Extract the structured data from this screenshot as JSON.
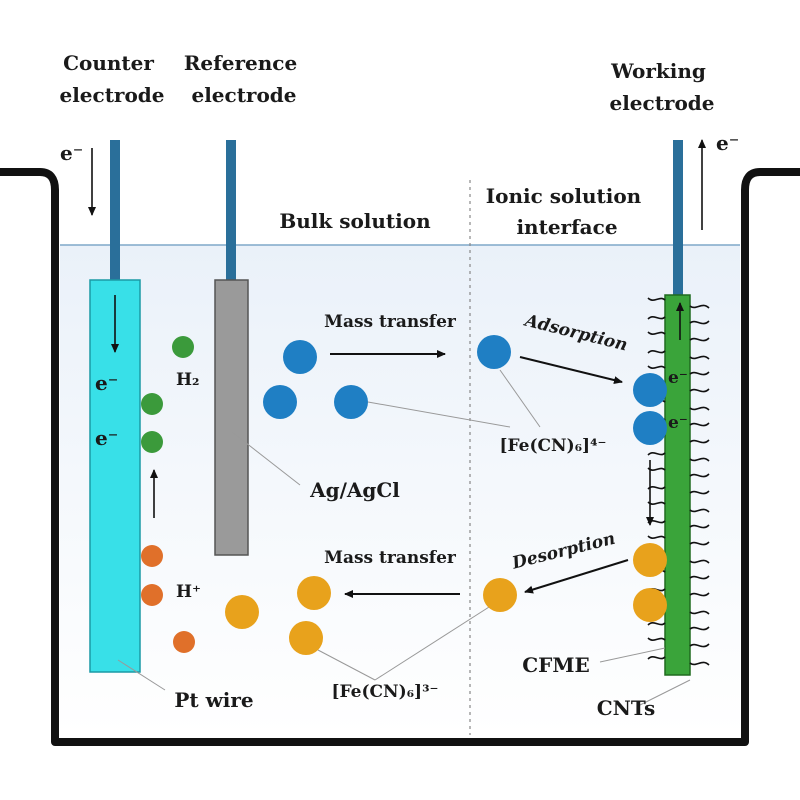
{
  "labels": {
    "counter_electrode": [
      "Counter",
      "electrode"
    ],
    "reference_electrode": [
      "Reference",
      "electrode"
    ],
    "working_electrode": [
      "Working",
      "electrode"
    ],
    "bulk_solution": "Bulk solution",
    "ionic_interface": [
      "Ionic solution",
      "interface"
    ],
    "mass_transfer_top": "Mass transfer",
    "mass_transfer_bottom": "Mass transfer",
    "adsorption": "Adsorption",
    "desorption": "Desorption",
    "ferricyanide": "[Fe(CN)₆]⁴⁻",
    "ferricyanide3": "[Fe(CN)₆]³⁻",
    "ag_agcl": "Ag/AgCl",
    "h2": "H₂",
    "h_plus": "H⁺",
    "pt_wire": "Pt wire",
    "cfme": "CFME",
    "cnts": "CNTs",
    "electron": "e⁻"
  },
  "colors": {
    "counter": "#38e0e8",
    "reference": "#9a9a9a",
    "working": "#3aa43a",
    "lead": "#2a6f9a",
    "blue_ion": "#1f7fc4",
    "orange_ion": "#e8a21c",
    "green_ion": "#3b9a3b",
    "red_ion": "#e0702a",
    "solution": "#e6eef8",
    "beaker": "#111111"
  }
}
